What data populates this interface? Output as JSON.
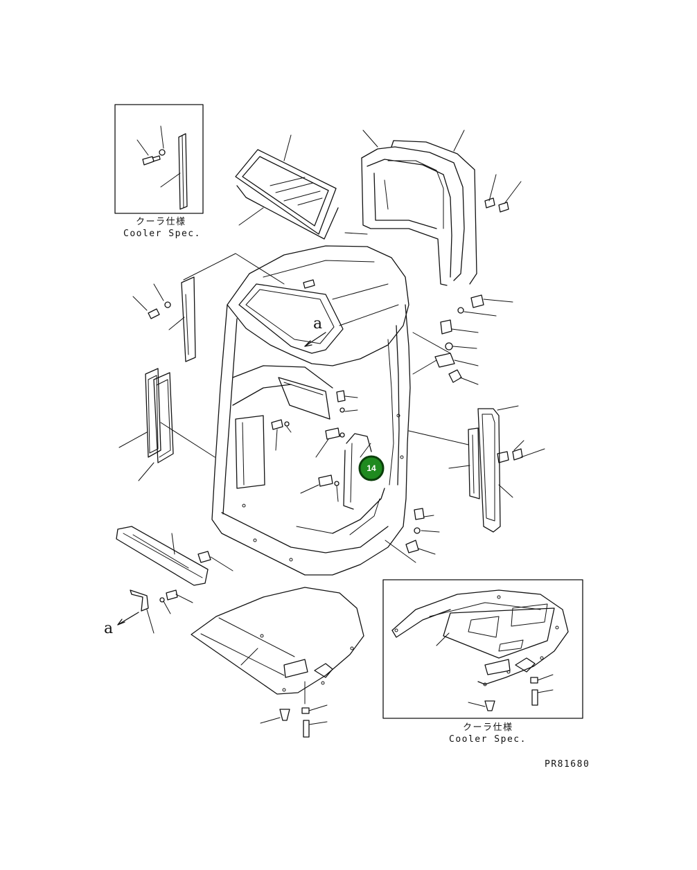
{
  "callout": {
    "number": "14",
    "fill": "#1f8a1f",
    "stroke": "#0b3f0b"
  },
  "inset_top_left": {
    "label_jp": "クーラ仕様",
    "label_en": "Cooler Spec."
  },
  "inset_bottom_right": {
    "label_jp": "クーラ仕様",
    "label_en": "Cooler Spec."
  },
  "view_marker_upper": "a",
  "view_marker_lower": "a",
  "drawing_number": "PR81680"
}
